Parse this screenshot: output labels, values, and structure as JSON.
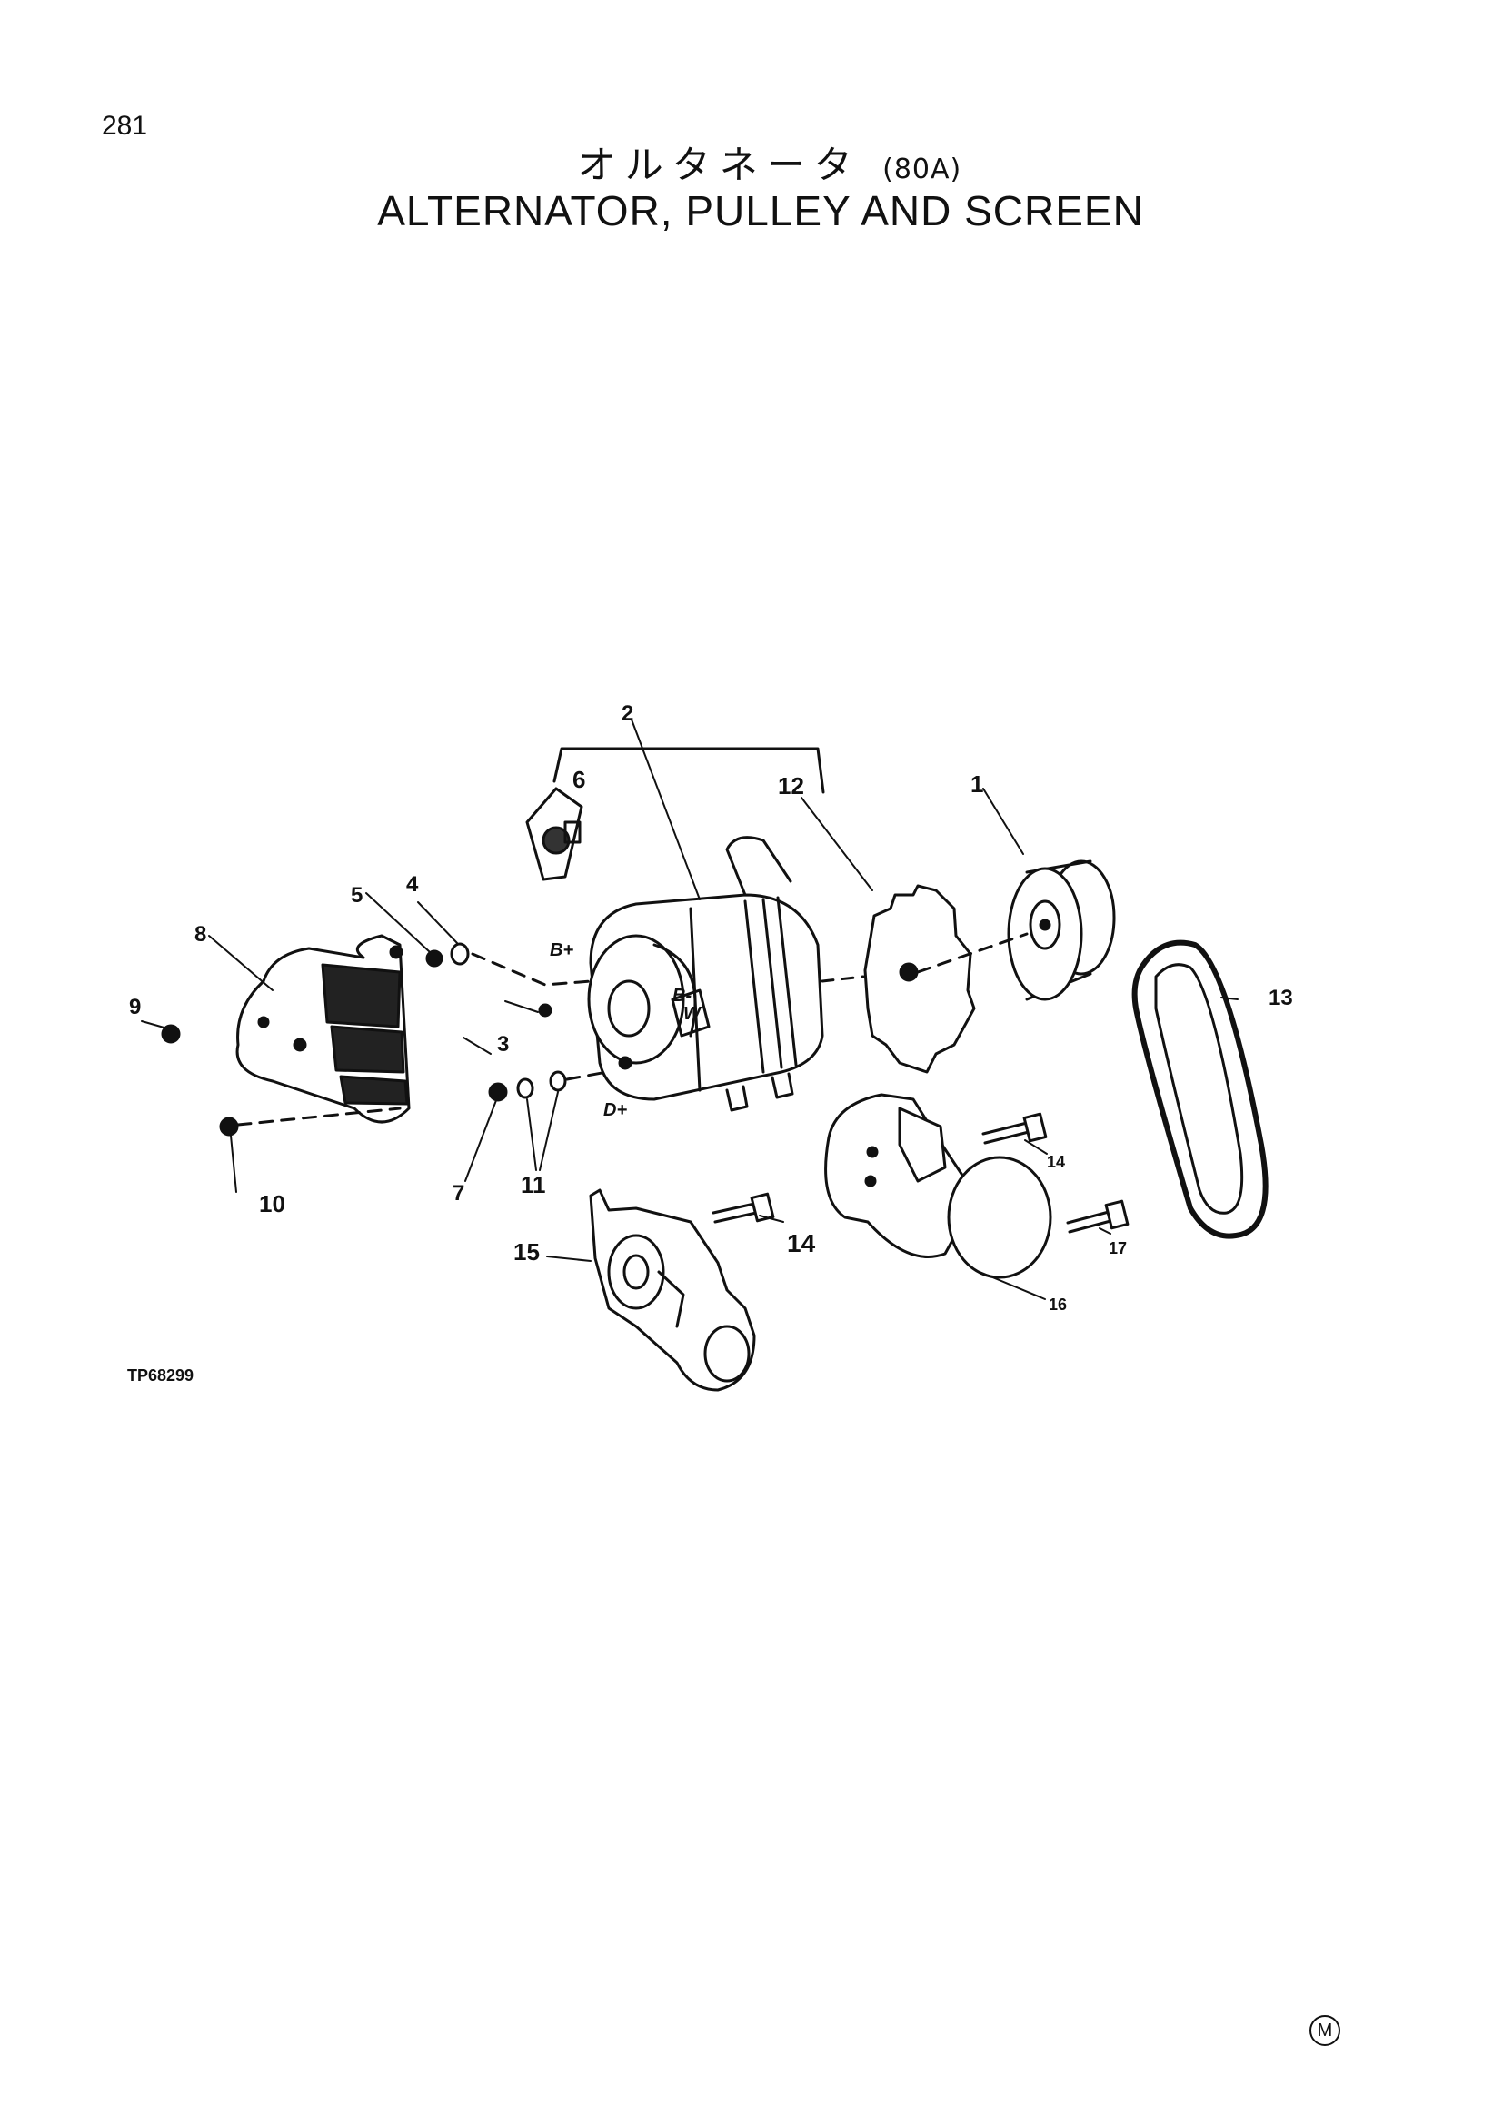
{
  "header": {
    "page_number": "281",
    "title_jp": "オルタネータ",
    "title_jp_rating": "(80A)",
    "title_en": "ALTERNATOR, PULLEY AND SCREEN"
  },
  "callouts": [
    "1",
    "2",
    "3",
    "4",
    "5",
    "6",
    "7",
    "8",
    "9",
    "10",
    "11",
    "12",
    "13",
    "14",
    "14",
    "15",
    "16",
    "17"
  ],
  "terminals": {
    "b_plus": "B+",
    "b_minus": "B-",
    "w": "W",
    "d_plus": "D+"
  },
  "footer": {
    "reference": "TP68299",
    "mark": "M"
  }
}
